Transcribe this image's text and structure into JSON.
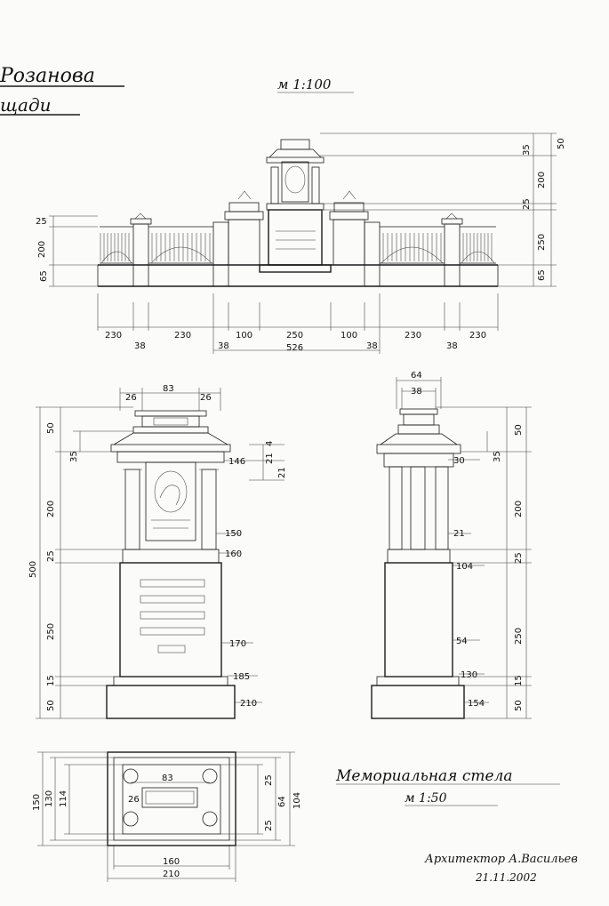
{
  "header": {
    "title_top": "Розанова",
    "title_bottom": "щади",
    "scale_top": "м 1:100"
  },
  "elevation_dims": {
    "left_heights": [
      "25",
      "200",
      "65"
    ],
    "right_heights": [
      "50",
      "35",
      "200",
      "25",
      "250",
      "65"
    ],
    "bottom_row": [
      "230",
      "38",
      "230",
      "38",
      "100",
      "250",
      "100",
      "38",
      "230",
      "38",
      "230"
    ],
    "total": "526"
  },
  "front_dims": {
    "top": [
      "26",
      "83",
      "26"
    ],
    "left": [
      "50",
      "35",
      "200",
      "25",
      "500",
      "250",
      "15",
      "50"
    ],
    "right": [
      "146",
      "4",
      "21",
      "21",
      "150",
      "160",
      "170",
      "185",
      "210"
    ]
  },
  "side_dims": {
    "top": [
      "64",
      "38"
    ],
    "right_inner": [
      "30",
      "21",
      "104",
      "54",
      "130",
      "154"
    ],
    "right_outer": [
      "50",
      "35",
      "200",
      "25",
      "250",
      "15",
      "50"
    ]
  },
  "plan_dims": {
    "left": [
      "150",
      "130",
      "114"
    ],
    "inner": [
      "83",
      "26",
      "25",
      "25",
      "64",
      "104"
    ],
    "bottom": [
      "160",
      "210"
    ]
  },
  "caption": {
    "title": "Мемориальная стела",
    "scale": "м 1:50"
  },
  "signature": {
    "author": "Архитектор А.Васильев",
    "date": "21.11.2002"
  }
}
